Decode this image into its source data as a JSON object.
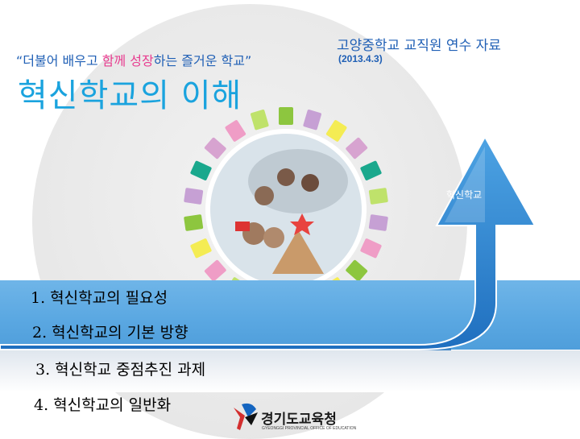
{
  "header": {
    "subtitle": "고양중학교  교직원 연수 자료",
    "date": "(2013.4.3)",
    "slogan_pre": "“더불어 배우고 ",
    "slogan_highlight": "함께 성장",
    "slogan_post": "하는 즐거운 학교”",
    "title": "혁신학교의 이해"
  },
  "arrow_label": "혁신학교",
  "items": [
    "1. 혁신학교의 필요성",
    "2. 혁신학교의 기본 방향",
    "3. 혁신학교 중점추진 과제",
    "4. 혁신학교의 일반화"
  ],
  "logo": {
    "name": "경기도교육청",
    "sub": "GYEONGGI PROVINCIAL OFFICE OF EDUCATION"
  },
  "colors": {
    "title_blue": "#1aa3de",
    "text_blue": "#1f5fb5",
    "highlight_pink": "#e83c8f",
    "band_blue": "#5ba8e2",
    "tile_palette": [
      "#8dc63f",
      "#c6a0d4",
      "#f4ec53",
      "#d7a3d0",
      "#1aa88d",
      "#bfe26b",
      "#ef9dc6"
    ]
  }
}
